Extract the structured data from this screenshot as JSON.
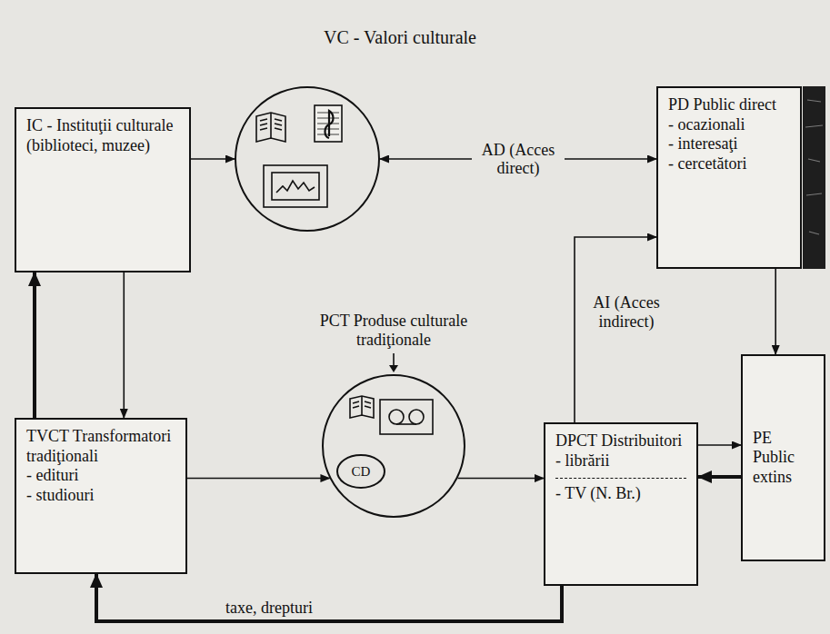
{
  "diagram": {
    "nodes": [
      {
        "text": [
          "VC - Valori culturale"
        ]
      },
      {
        "text": [
          "IC - Instituţii culturale",
          "(biblioteci, muzee)"
        ]
      },
      {
        "text": [
          "PD Public direct",
          "- ocazionali",
          "- interesaţi",
          "- cercetători"
        ]
      },
      {
        "text": [
          "PCT Produse culturale tradiţionale"
        ]
      },
      {
        "text": [
          "CD"
        ],
        "in": 3
      },
      {
        "text": [
          "TVCT Transformatori tradiţionali",
          "- edituri",
          "- studiouri"
        ]
      },
      {
        "text": [
          "DPCT Distribuitori",
          "- librării",
          "- TV (N. Br.)"
        ]
      },
      {
        "text": [
          "PE Public extins"
        ]
      }
    ],
    "edges": [
      {
        "from": 1,
        "to": 0,
        "arrow": "to"
      },
      {
        "from": 0,
        "to": 2,
        "label": "AD (Acces direct)",
        "arrow": "both"
      },
      {
        "from": 1,
        "to": 5,
        "arrow": "to"
      },
      {
        "from": 5,
        "to": 1,
        "arrow": "to"
      },
      {
        "from": 5,
        "to": 3,
        "arrow": "to"
      },
      {
        "from": 3,
        "to": 6,
        "arrow": "to"
      },
      {
        "from": 6,
        "to": 2,
        "label": "AI (Acces indirect)",
        "arrow": "to"
      },
      {
        "from": 2,
        "to": 7,
        "arrow": "to"
      },
      {
        "from": 6,
        "to": 7,
        "arrow": "to"
      },
      {
        "from": 7,
        "to": 6,
        "arrow": "to"
      },
      {
        "from": 6,
        "to": 5,
        "label": "taxe, drepturi",
        "arrow": "to"
      }
    ]
  }
}
